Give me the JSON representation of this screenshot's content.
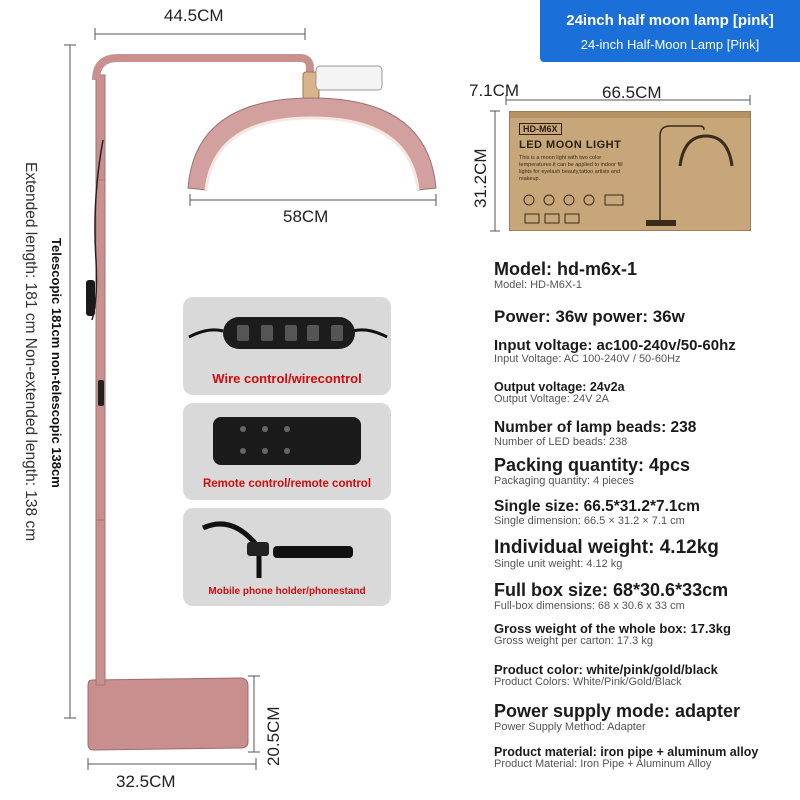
{
  "banner": {
    "title": "24inch half moon lamp [pink]",
    "subtitle": "24-inch Half-Moon Lamp [Pink]"
  },
  "dimensions": {
    "top_width": "44.5CM",
    "arc_width": "58CM",
    "base_width": "32.5CM",
    "base_depth": "20.5CM",
    "box_depth": "7.1CM",
    "box_width": "66.5CM",
    "box_height": "31.2CM"
  },
  "side_text": {
    "extended": "Extended length: 181 cm Non-extended length: 138 cm",
    "telescopic": "Telescopic 181cm non-telescopic 138cm"
  },
  "accessories": {
    "wire": "Wire control/wirecontrol",
    "remote": "Remote control/remote control",
    "holder": "Mobile phone holder/phonestand"
  },
  "box": {
    "model": "HD-M6X",
    "name": "LED MOON LIGHT",
    "desc": "This is a moon light with two color temperatures.it can be applied to indoor fill lights for eyelash beauty,tattoo artists and makeup."
  },
  "colors": {
    "banner": "#1a6fd9",
    "lamp_pink": "#c98f8f",
    "caption_red": "#d10a0a"
  },
  "specs": [
    {
      "label": "Model: hd-m6x-1",
      "sub": "Model: HD-M6X-1"
    },
    {
      "label": "Power: 36w power: 36w",
      "sub": ""
    },
    {
      "label": "Input voltage: ac100-240v/50-60hz",
      "sub": "Input Voltage: AC 100-240V / 50-60Hz"
    },
    {
      "label": "Output voltage: 24v2a",
      "sub": "Output Voltage: 24V 2A"
    },
    {
      "label": "Number of lamp beads: 238",
      "sub": "Number of LED beads: 238"
    },
    {
      "label": "Packing quantity: 4pcs",
      "sub": "Packaging quantity: 4 pieces"
    },
    {
      "label": "Single size: 66.5*31.2*7.1cm",
      "sub": "Single dimension: 66.5 × 31.2 × 7.1 cm"
    },
    {
      "label": "Individual weight: 4.12kg",
      "sub": "Single unit weight: 4.12 kg"
    },
    {
      "label": "Full box size: 68*30.6*33cm",
      "sub": "Full-box dimensions: 68 x 30.6 x 33 cm"
    },
    {
      "label": "Gross weight of the whole box: 17.3kg",
      "sub": "Gross weight per carton: 17.3 kg"
    },
    {
      "label": "Product color: white/pink/gold/black",
      "sub": "Product Colors: White/Pink/Gold/Black"
    },
    {
      "label": "Power supply mode: adapter",
      "sub": "Power Supply Method: Adapter"
    },
    {
      "label": "Product material: iron pipe + aluminum alloy",
      "sub": "Product Material: Iron Pipe + Aluminum Alloy"
    }
  ]
}
